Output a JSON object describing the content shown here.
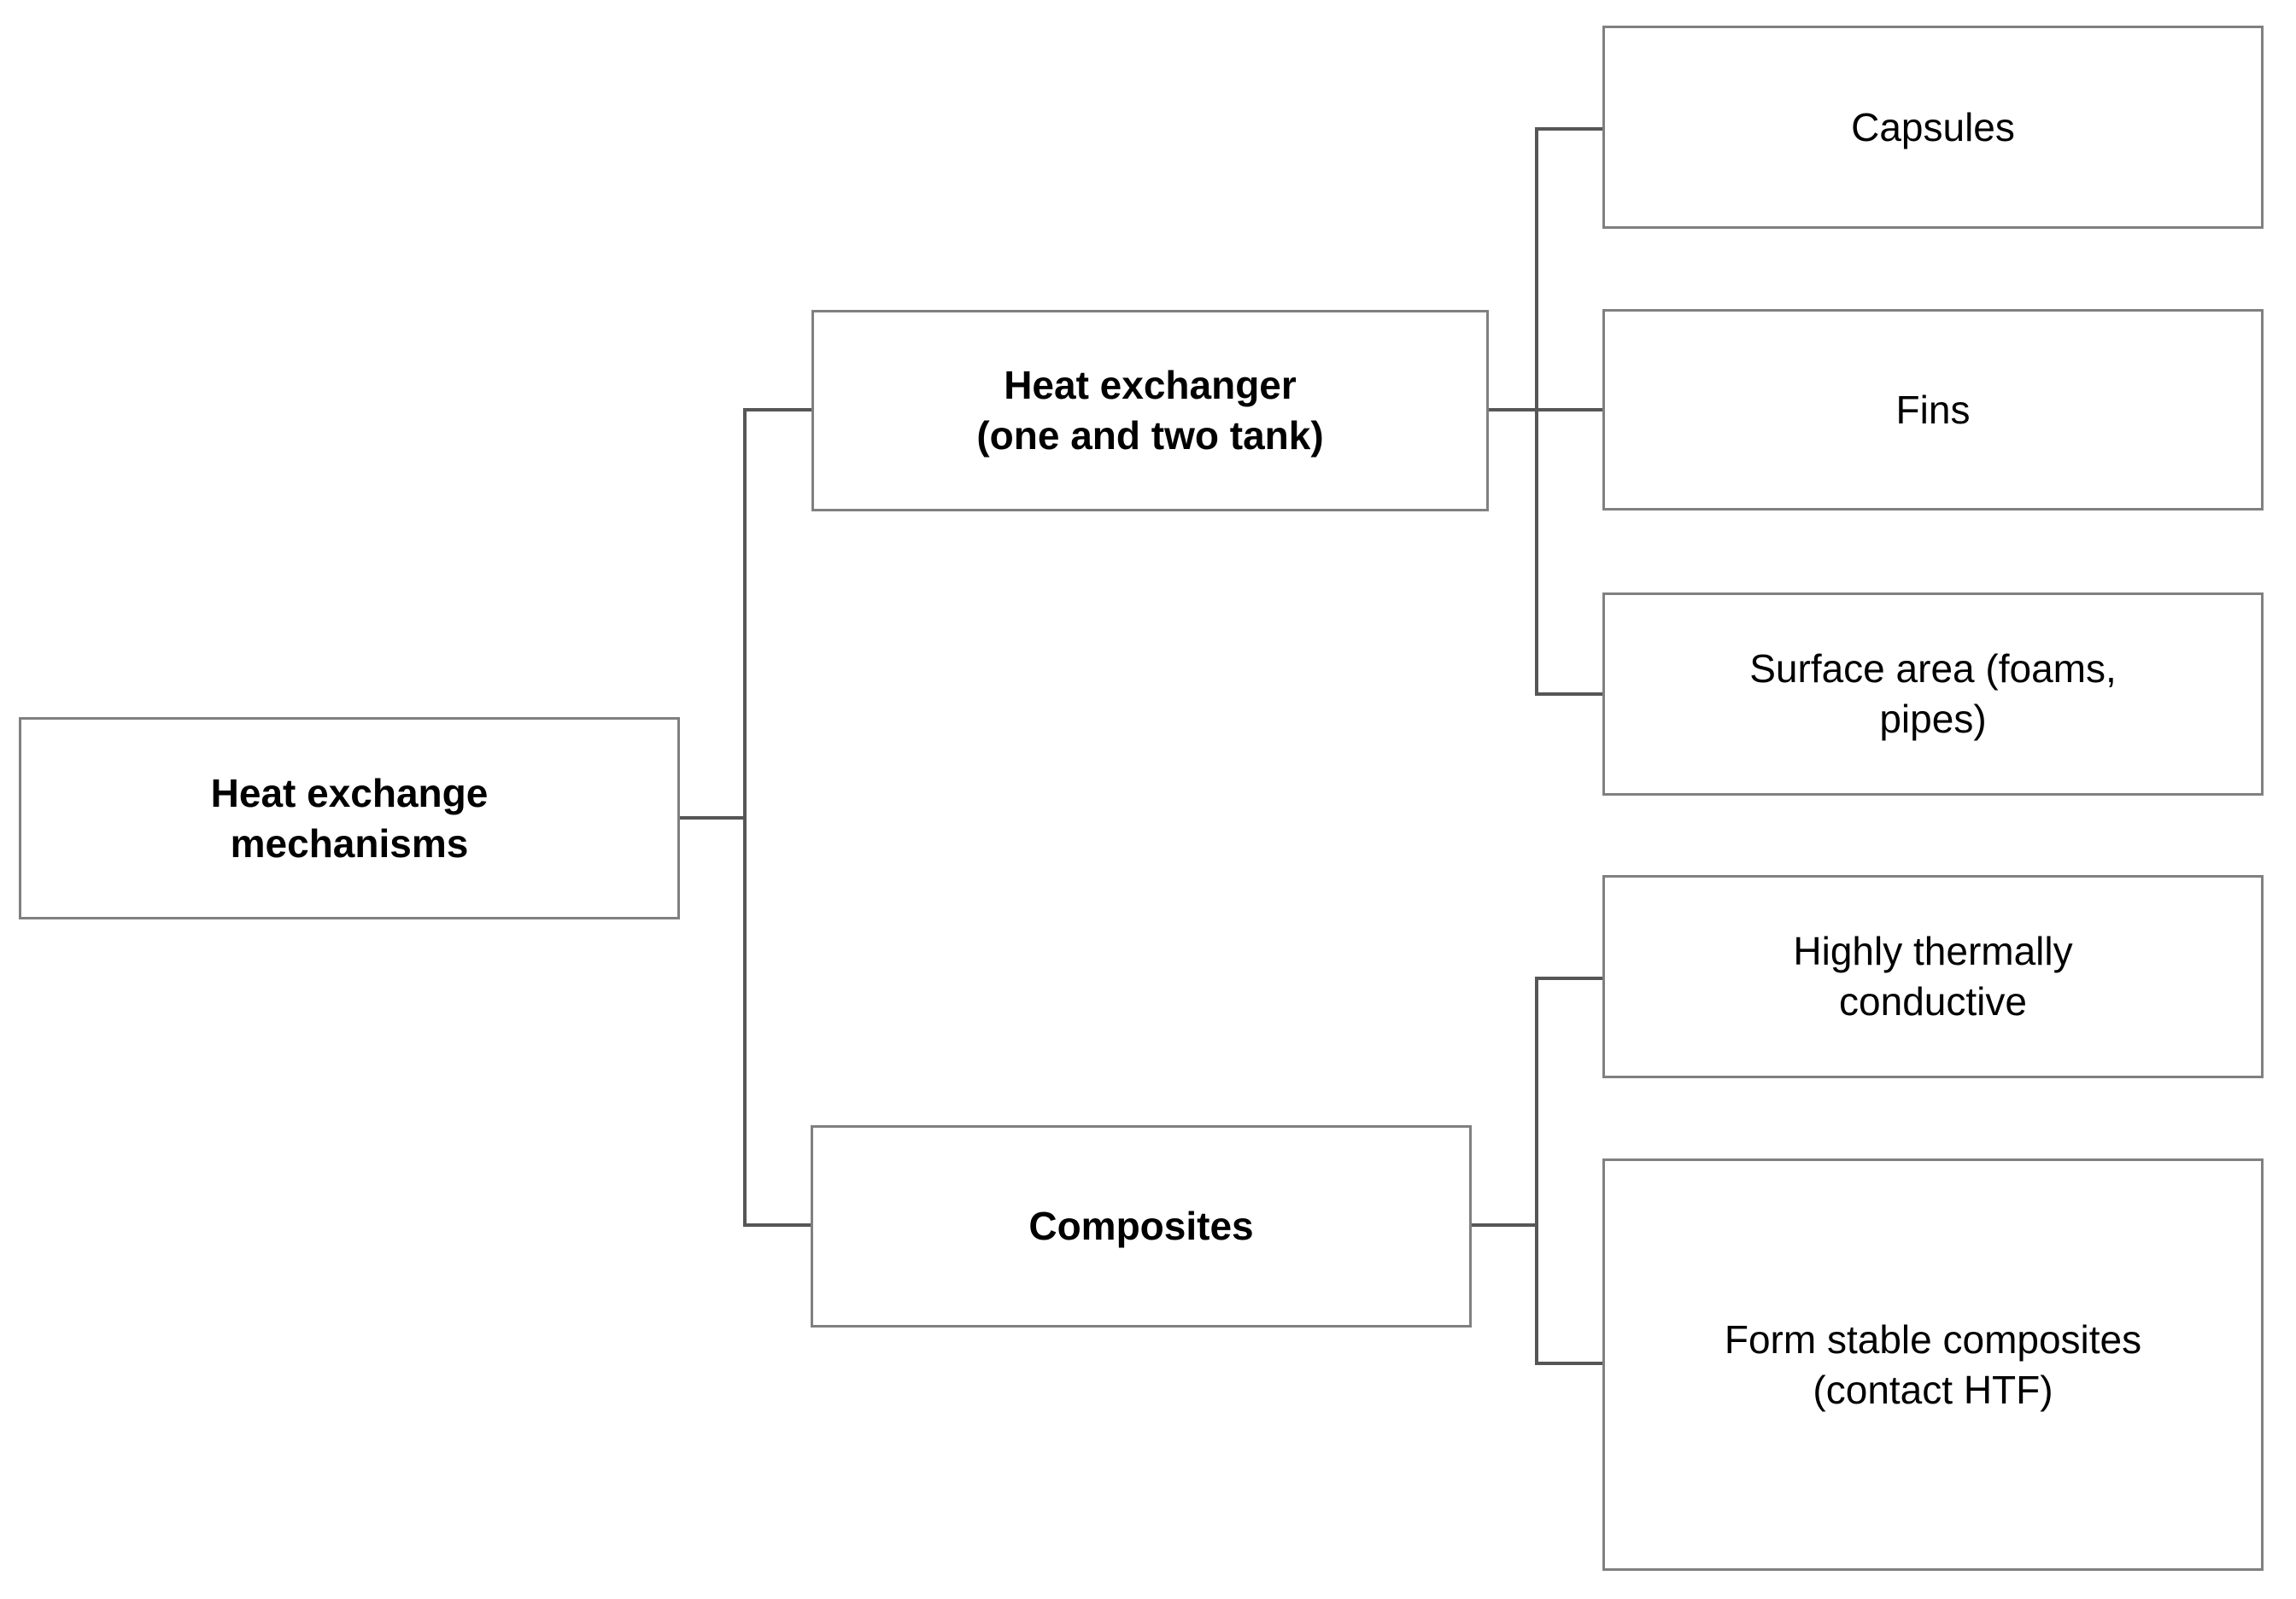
{
  "diagram": {
    "type": "tree",
    "orientation": "left-to-right",
    "title": "Heat exchange mechanisms",
    "colors": {
      "background": "#ffffff",
      "box_border": "#808080",
      "connector": "#565656",
      "text": "#000000"
    },
    "root": {
      "label": "Heat exchange\nmechanisms",
      "bold": true
    },
    "branches": [
      {
        "label": "Heat exchanger\n(one and two tank)",
        "bold": true,
        "children": [
          {
            "label": "Capsules",
            "bold": false
          },
          {
            "label": "Fins",
            "bold": false
          },
          {
            "label": "Surface area (foams,\npipes)",
            "bold": false
          }
        ]
      },
      {
        "label": "Composites",
        "bold": true,
        "children": [
          {
            "label": "Highly thermally\nconductive",
            "bold": false
          },
          {
            "label": "Form stable composites\n(contact HTF)",
            "bold": false
          }
        ]
      }
    ]
  }
}
